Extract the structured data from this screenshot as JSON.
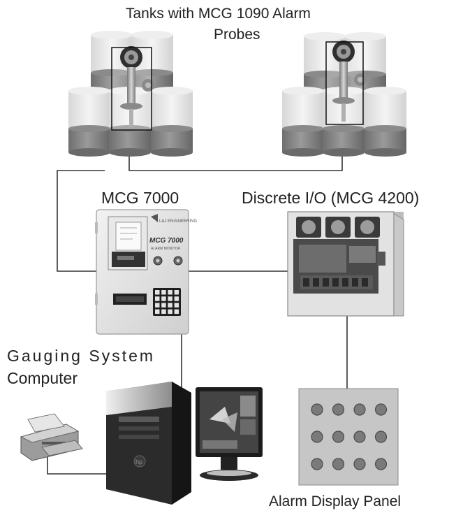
{
  "labels": {
    "tanks_line1": "Tanks with MCG 1090 Alarm",
    "tanks_line2": "Probes",
    "mcg7000": "MCG 7000",
    "discrete_io": "Discrete I/O (MCG 4200)",
    "gauging_line1": "Gauging System",
    "gauging_line2": "Computer",
    "alarm_panel": "Alarm Display Panel"
  },
  "device_text": {
    "brand": "L&J ENGINEERING",
    "model": "MCG 7000",
    "model_sub": "ALARM MONITOR"
  },
  "alarm_panel": {
    "rows": 3,
    "cols": 4
  },
  "colors": {
    "line": "#333333",
    "tank_top": "#e6e6e6",
    "tank_liquid": "#888888",
    "enclosure": "#dcdcdc",
    "panel": "#c8c8c8"
  }
}
